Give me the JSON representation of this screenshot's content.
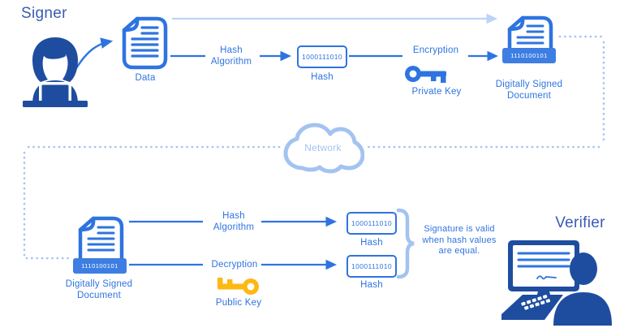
{
  "colors": {
    "primary_blue": "#2e74e0",
    "dark_icon_blue": "#1e4da0",
    "heading_blue": "#3a5bb4",
    "light_blue": "#a3c3f0",
    "top_arrow_blue": "#bcd3f7",
    "banner_blue": "#3e7ee3",
    "key_yellow": "#fdb814"
  },
  "signer_section": {
    "title": "Signer",
    "data_document_label": "Data",
    "hash_algorithm_line1": "Hash",
    "hash_algorithm_line2": "Algorithm",
    "hash_value": "1000111010",
    "hash_label": "Hash",
    "encryption_label": "Encryption",
    "private_key_label": "Private Key",
    "signed_document_banner": "1110100101",
    "signed_document_line1": "Digitally Signed",
    "signed_document_line2": "Document"
  },
  "network": {
    "label": "Network"
  },
  "verifier_section": {
    "title": "Verifier",
    "signed_document_banner": "1110100101",
    "signed_document_line1": "Digitally Signed",
    "signed_document_line2": "Document",
    "hash_algorithm_line1": "Hash",
    "hash_algorithm_line2": "Algorithm",
    "hash_top_value": "1000111010",
    "hash_top_label": "Hash",
    "decryption_label": "Decryption",
    "public_key_label": "Public Key",
    "hash_bottom_value": "1000111010",
    "hash_bottom_label": "Hash",
    "validity_line1": "Signature is valid",
    "validity_line2": "when hash values",
    "validity_line3": "are equal."
  }
}
